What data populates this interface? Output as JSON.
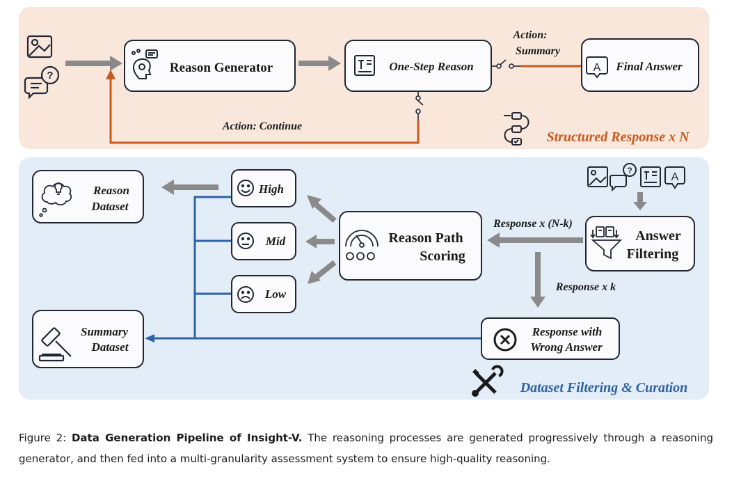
{
  "top_panel": {
    "reason_generator": "Reason Generator",
    "one_step_reason": "One-Step Reason",
    "final_answer": "Final Answer",
    "action_summary_line1": "Action:",
    "action_summary_line2": "Summary",
    "action_continue": "Action: Continue",
    "structured_response": "Structured Response x N"
  },
  "bottom_panel": {
    "reason_dataset_line1": "Reason",
    "reason_dataset_line2": "Dataset",
    "summary_dataset_line1": "Summary",
    "summary_dataset_line2": "Dataset",
    "high": "High",
    "mid": "Mid",
    "low": "Low",
    "reason_path_scoring_line1": "Reason Path",
    "reason_path_scoring_line2": "Scoring",
    "answer_filtering_line1": "Answer",
    "answer_filtering_line2": "Filtering",
    "response_n_minus_k": "Response x (N-k)",
    "response_k": "Response x k",
    "wrong_answer_line1": "Response with",
    "wrong_answer_line2": "Wrong Answer",
    "dataset_curation": "Dataset Filtering & Curation"
  },
  "caption": {
    "prefix": "Figure 2: ",
    "bold": "Data Generation Pipeline of Insight-V.",
    "rest": " The reasoning processes are generated progressively through a reasoning generator, and then fed into a multi-granularity assessment system to ensure high-quality reasoning."
  },
  "colors": {
    "top_panel_bg": "#fae7dc",
    "bottom_panel_bg": "#e3edf7",
    "orange_line": "#c85a1e",
    "blue_line": "#2e63a3",
    "gray_arrow": "#8a8a8a",
    "title_orange": "#c85a1e",
    "title_blue": "#2e63a3"
  }
}
